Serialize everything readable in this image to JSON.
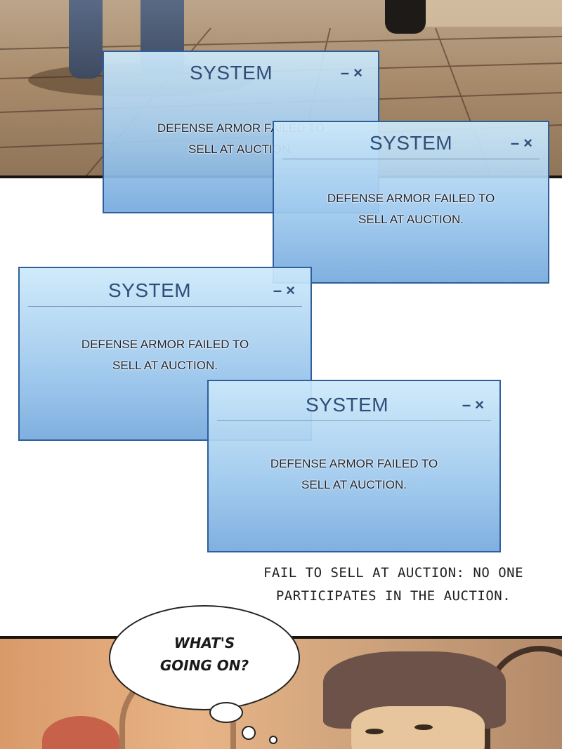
{
  "system_windows": [
    {
      "title": "SYSTEM",
      "message_line1": "DEFENSE ARMOR FAILED TO",
      "message_line2": "SELL AT AUCTION.",
      "minimize_glyph": "–",
      "close_glyph": "×"
    },
    {
      "title": "SYSTEM",
      "message_line1": "DEFENSE ARMOR FAILED TO",
      "message_line2": "SELL AT AUCTION.",
      "minimize_glyph": "–",
      "close_glyph": "×"
    },
    {
      "title": "SYSTEM",
      "message_line1": "DEFENSE ARMOR FAILED TO",
      "message_line2": "SELL AT AUCTION.",
      "minimize_glyph": "–",
      "close_glyph": "×"
    },
    {
      "title": "SYSTEM",
      "message_line1": "DEFENSE ARMOR FAILED TO",
      "message_line2": "SELL AT AUCTION.",
      "minimize_glyph": "–",
      "close_glyph": "×"
    }
  ],
  "caption": {
    "line1": "FAIL TO SELL AT AUCTION: NO ONE",
    "line2": "PARTICIPATES IN THE AUCTION."
  },
  "speech_bubble": {
    "line1": "WHAT'S",
    "line2": "GOING ON?"
  },
  "colors": {
    "window_border": "#2e5f9c",
    "window_title": "#2f4d7a",
    "window_fill_top": "#cde9fa",
    "window_fill_bottom": "#76aade"
  }
}
